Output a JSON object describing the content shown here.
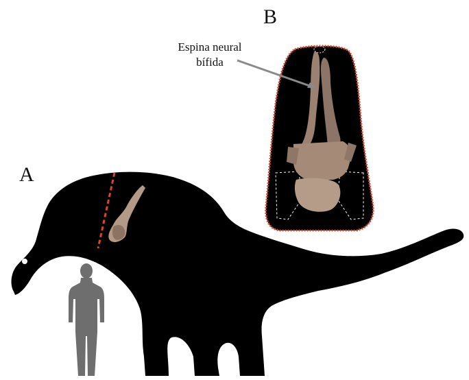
{
  "panels": {
    "a_label": "A",
    "b_label": "B"
  },
  "callout": {
    "line1": "Espina neural",
    "line2": "bífida"
  },
  "colors": {
    "silhouette": "#000000",
    "human": "#6e6e6e",
    "section_line": "#d9452b",
    "inset_border": "#d9452b",
    "bone": "#a08670",
    "outline_dash": "#ffffff"
  },
  "icons": {
    "dinosaur": "sauropod-silhouette",
    "human": "human-scale-silhouette",
    "vertebra": "vertebra-photo"
  }
}
